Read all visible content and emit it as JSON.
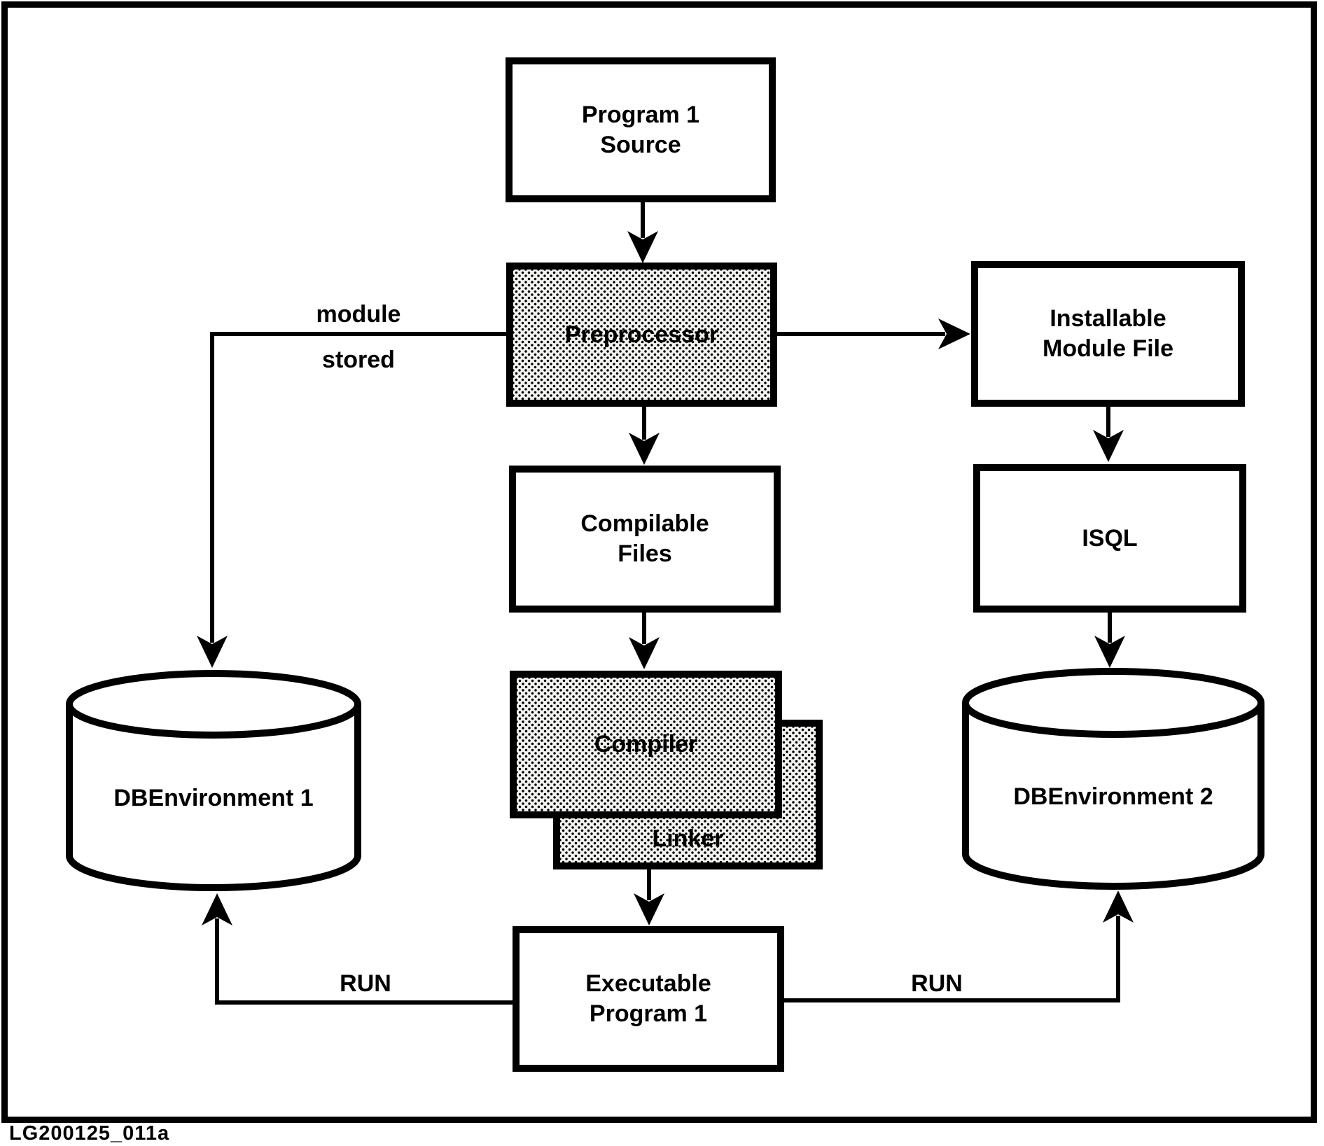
{
  "figure": {
    "caption": "LG200125_011a",
    "type": "flow-diagram"
  },
  "nodes": {
    "program_source": "Program 1\nSource",
    "preprocessor": "Preprocessor",
    "installable_module_file": "Installable\nModule File",
    "compilable_files": "Compilable\nFiles",
    "isql": "ISQL",
    "compiler": "Compiler",
    "linker": "Linker",
    "executable_program": "Executable\nProgram 1",
    "dbenvironment_1": "DBEnvironment 1",
    "dbenvironment_2": "DBEnvironment 2"
  },
  "edge_labels": {
    "module_stored_word1": "module",
    "module_stored_word2": "stored",
    "run_left": "RUN",
    "run_right": "RUN"
  },
  "connections": [
    {
      "from": "Program 1 Source",
      "to": "Preprocessor",
      "label": ""
    },
    {
      "from": "Preprocessor",
      "to": "Installable Module File",
      "label": ""
    },
    {
      "from": "Preprocessor",
      "to": "DBEnvironment 1",
      "label": "module stored"
    },
    {
      "from": "Preprocessor",
      "to": "Compilable Files",
      "label": ""
    },
    {
      "from": "Compilable Files",
      "to": "Compiler",
      "label": ""
    },
    {
      "from": "Linker",
      "to": "Executable Program 1",
      "label": ""
    },
    {
      "from": "Installable Module File",
      "to": "ISQL",
      "label": ""
    },
    {
      "from": "ISQL",
      "to": "DBEnvironment 2",
      "label": ""
    },
    {
      "from": "Executable Program 1",
      "to": "DBEnvironment 1",
      "label": "RUN"
    },
    {
      "from": "Executable Program 1",
      "to": "DBEnvironment 2",
      "label": "RUN"
    }
  ],
  "colors": {
    "line": "#000000",
    "background": "#ffffff",
    "shaded_fill": "#f3f3f1"
  }
}
